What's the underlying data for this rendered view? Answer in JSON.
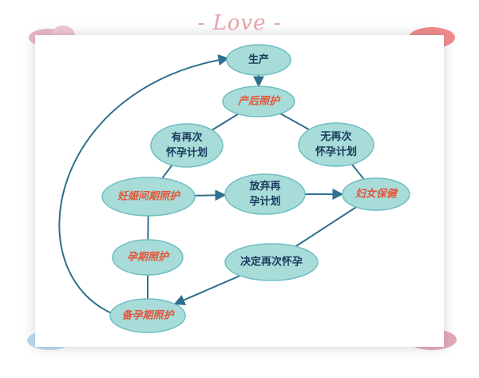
{
  "header": {
    "decoration_text": "- Love -"
  },
  "colors": {
    "node_fill": "#a8dcd9",
    "node_stroke": "#6fbec2",
    "edge": "#2f6f8f",
    "text_plain": "#1a3a5e",
    "text_accent": "#e1573a"
  },
  "diagram": {
    "nodes": [
      {
        "id": "production",
        "label": "生产",
        "style": "plain"
      },
      {
        "id": "postpartum",
        "label": "产后照护",
        "style": "accent"
      },
      {
        "id": "plan_again",
        "label": "有再次\n怀孕计划",
        "style": "plain"
      },
      {
        "id": "no_plan",
        "label": "无再次\n怀孕计划",
        "style": "plain"
      },
      {
        "id": "interpregnancy",
        "label": "妊娠间期照护",
        "style": "accent"
      },
      {
        "id": "give_up",
        "label": "放弃再\n孕计划",
        "style": "plain"
      },
      {
        "id": "women_health",
        "label": "妇女保健",
        "style": "accent"
      },
      {
        "id": "pregnancy_care",
        "label": "孕期照护",
        "style": "accent"
      },
      {
        "id": "decide_again",
        "label": "决定再次怀孕",
        "style": "plain"
      },
      {
        "id": "preconception",
        "label": "备孕期照护",
        "style": "accent"
      }
    ],
    "edges": [
      {
        "from": "production",
        "to": "postpartum",
        "arrow": true
      },
      {
        "from": "postpartum",
        "to": "plan_again",
        "arrow": false
      },
      {
        "from": "postpartum",
        "to": "no_plan",
        "arrow": false
      },
      {
        "from": "plan_again",
        "to": "interpregnancy",
        "arrow": false
      },
      {
        "from": "no_plan",
        "to": "women_health",
        "arrow": false
      },
      {
        "from": "interpregnancy",
        "to": "give_up",
        "arrow": true
      },
      {
        "from": "give_up",
        "to": "women_health",
        "arrow": true
      },
      {
        "from": "interpregnancy",
        "to": "pregnancy_care",
        "arrow": false
      },
      {
        "from": "pregnancy_care",
        "to": "preconception",
        "arrow": false
      },
      {
        "from": "women_health",
        "to": "decide_again",
        "arrow": false
      },
      {
        "from": "decide_again",
        "to": "preconception",
        "arrow": true
      },
      {
        "from": "preconception",
        "to": "production",
        "arrow": true,
        "curved": true
      }
    ]
  }
}
